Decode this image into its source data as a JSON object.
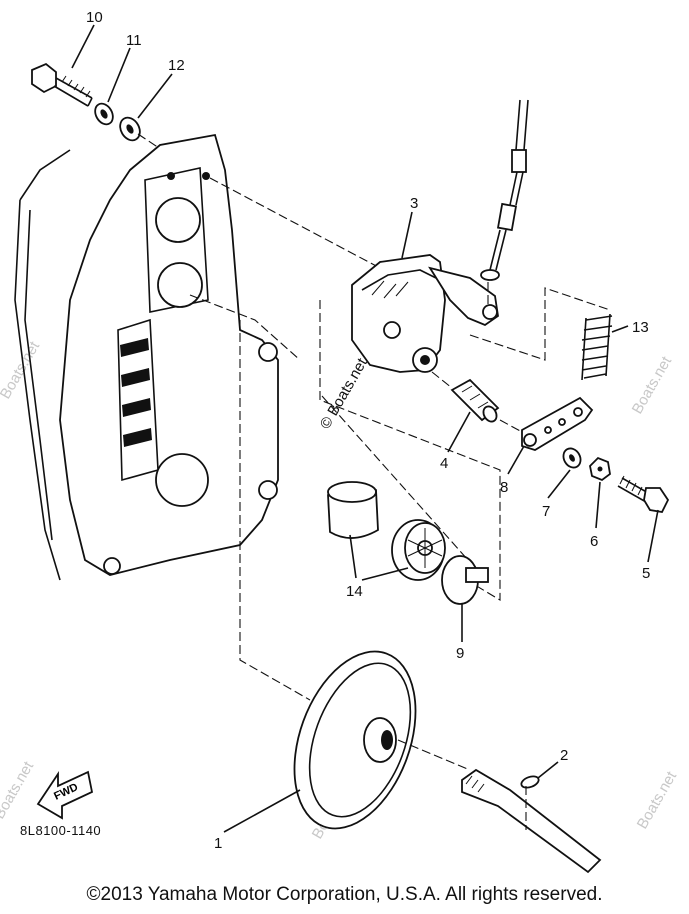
{
  "callouts": [
    "1",
    "2",
    "3",
    "4",
    "5",
    "6",
    "7",
    "8",
    "9",
    "10",
    "11",
    "12",
    "13",
    "14"
  ],
  "part_code": "8L8100-1140",
  "fwd_label": "FWD",
  "watermark": "Boats.net",
  "watermark_copyright": "© Boats.net",
  "copyright": "©2013 Yamaha Motor Corporation, U.S.A. All rights reserved."
}
